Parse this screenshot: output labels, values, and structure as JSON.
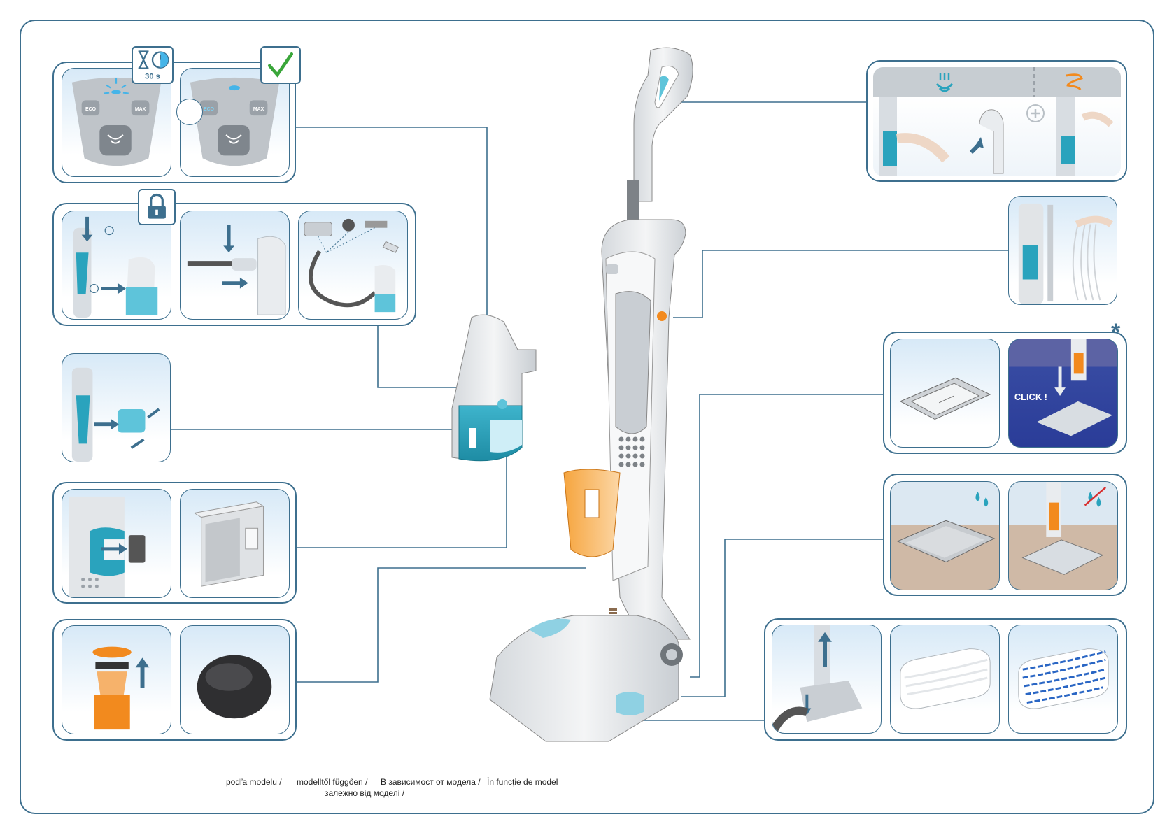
{
  "badges": {
    "timer_label": "30 s",
    "click_label": "CLICK !",
    "asterisk": "*"
  },
  "panels": {
    "eco_label": "ECO",
    "max_label": "MAX"
  },
  "footer": {
    "sk": "podľa modelu /",
    "hu": "modelltől függően /",
    "bg": "В зависимост от модела /",
    "ro": "În funcție de model",
    "uk": "залежно від моделі /"
  },
  "icons": [
    "hourglass-icon",
    "clock-icon",
    "checkmark-icon",
    "padlock-icon",
    "steam-icon",
    "spiral-icon",
    "plus-icon",
    "water-drops-icon",
    "no-water-drops-icon"
  ],
  "colors": {
    "outline": "#3d6f8e",
    "teal": "#2aa3bd",
    "orange": "#f28a1e",
    "panel_top": "#d7e9f7",
    "green_check": "#3aa63a"
  }
}
